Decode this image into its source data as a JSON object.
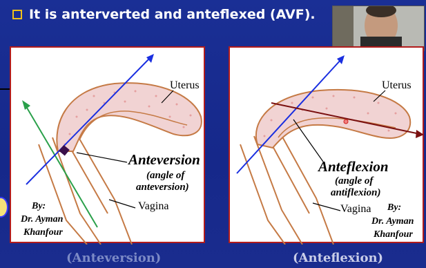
{
  "slide": {
    "bullet": "It is anterverted and anteflexed (AVF).",
    "colors": {
      "background": "#1a2f95",
      "bullet_box": "#f0c11a",
      "panel_border": "#b21b1b"
    }
  },
  "left_panel": {
    "uterus_label": "Uterus",
    "title": "Anteversion",
    "subtitle_line1": "(angle of",
    "subtitle_line2": "anteversion)",
    "vagina_label": "Vagina",
    "by_line1": "By:",
    "by_line2": "Dr. Ayman",
    "by_line3": "Khanfour",
    "caption": "(Anteversion)"
  },
  "right_panel": {
    "uterus_label": "Uterus",
    "title": "Anteflexion",
    "subtitle_line1": "(angle of",
    "subtitle_line2": "antiflexion)",
    "vagina_label": "Vagina",
    "by_line1": "By:",
    "by_line2": "Dr. Ayman",
    "by_line3": "Khanfour",
    "caption": "(Anteflexion)"
  },
  "webcam": {
    "icon": "presenter-video-icon"
  }
}
